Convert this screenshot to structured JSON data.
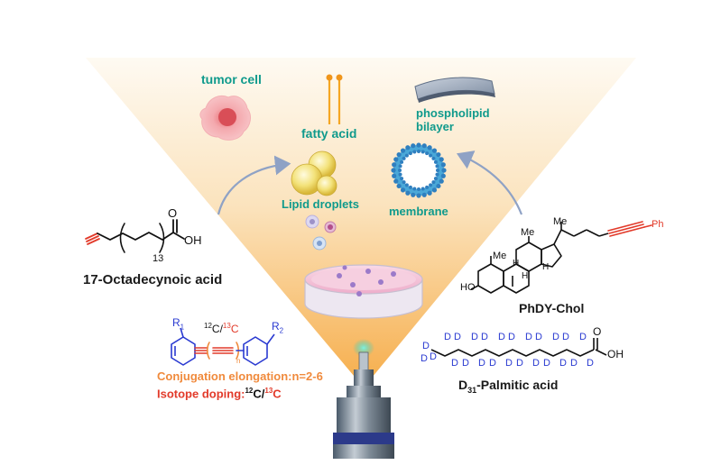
{
  "colors": {
    "cone_top": "#fdf4e6",
    "cone_bottom": "#f7b655",
    "teal_label": "#0f9a8c",
    "arrow": "#8fa2c5",
    "alkyne_red": "#e23a2a",
    "bond_blue": "#2a3ad1",
    "deuterium_blue": "#2a3ad1",
    "orange_text": "#f08a3c"
  },
  "labels": {
    "tumor_cell": "tumor cell",
    "fatty_acid": "fatty acid",
    "phospholipid": "phospholipid",
    "bilayer": "bilayer",
    "lipid_droplets": "Lipid droplets",
    "membrane": "membrane"
  },
  "molecules": {
    "octadecynoic": {
      "name": "17-Octadecynoic acid",
      "subscript": "13",
      "o": "O",
      "oh": "OH"
    },
    "phdy_chol": {
      "name": "PhDY-Chol",
      "me1": "Me",
      "me2": "Me",
      "me3": "Me",
      "h1": "H",
      "h2": "H",
      "h3": "H",
      "ho": "HO",
      "ph": "Ph"
    },
    "diaryl": {
      "r1": "R",
      "r1_sub": "1",
      "r2": "R",
      "r2_sub": "2",
      "iso_12": "12",
      "iso_c12": "C/",
      "iso_13": "13",
      "iso_c13": "C",
      "n": "n"
    },
    "palmitic": {
      "name_prefix": "D",
      "name_sub": "31",
      "name_suffix": "-Palmitic acid",
      "o": "O",
      "oh": "OH",
      "d": "D"
    }
  },
  "notes": {
    "conjugation_text": "Conjugation elongation:n=2-6",
    "isotope_prefix": "Isotope doping:",
    "isotope_12": "12",
    "isotope_c12": "C/",
    "isotope_13": "13",
    "isotope_c13": "C"
  },
  "icons": {
    "microscope": "microscope-objective-icon",
    "petri_dish": "petri-dish-icon",
    "tumor": "tumor-cell-icon"
  }
}
